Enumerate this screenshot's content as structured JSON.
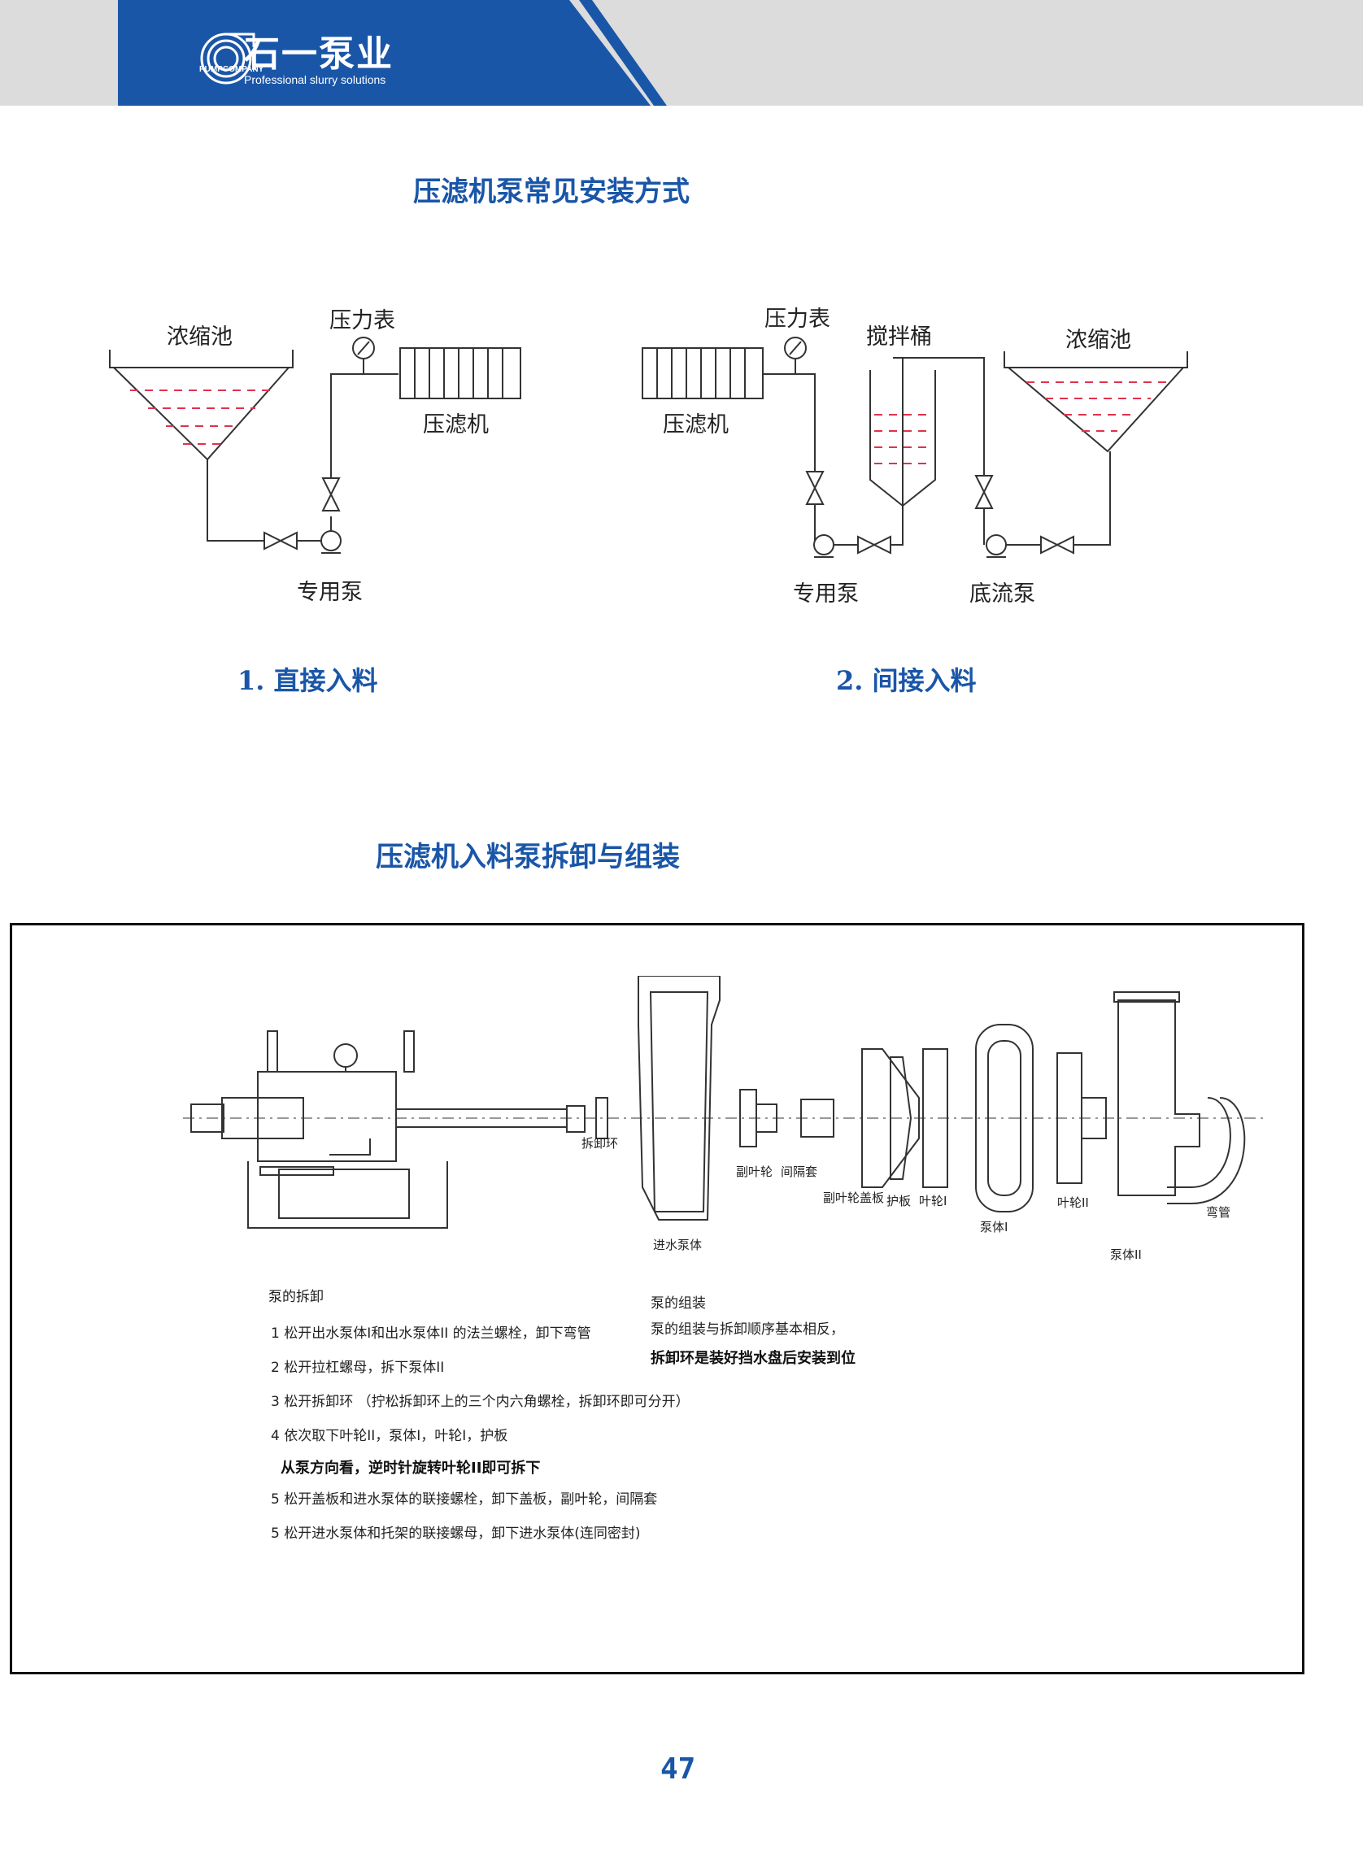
{
  "header": {
    "brand_cn": "石一泵业",
    "brand_en": "Professional slurry solutions",
    "logo_text": "PUMPCOMPANY"
  },
  "section1": {
    "title": "压滤机泵常见安装方式",
    "diagram1": {
      "tank": "浓缩池",
      "gauge": "压力表",
      "press": "压滤机",
      "pump": "专用泵",
      "caption": "1. 直接入料"
    },
    "diagram2": {
      "gauge": "压力表",
      "agitator": "搅拌桶",
      "tank": "浓缩池",
      "press": "压滤机",
      "pump": "专用泵",
      "underflow_pump": "底流泵",
      "caption": "2. 间接入料"
    }
  },
  "section2": {
    "title": "压滤机入料泵拆卸与组装",
    "parts": {
      "remove_ring": "拆卸环",
      "inlet_body": "进水泵体",
      "aux_impeller": "副叶轮",
      "spacer": "间隔套",
      "aux_cover": "副叶轮盖板",
      "guard": "护板",
      "impeller1": "叶轮I",
      "body1": "泵体I",
      "impeller2": "叶轮II",
      "body2": "泵体II",
      "elbow": "弯管"
    },
    "disassembly_title": "泵的拆卸",
    "disassembly_steps": [
      "1 松开出水泵体I和出水泵体II 的法兰螺栓，卸下弯管",
      "2 松开拉杠螺母，拆下泵体II",
      "3 松开拆卸环 （拧松拆卸环上的三个内六角螺栓，拆卸环即可分开）",
      "4 依次取下叶轮II，泵体I，叶轮I，护板",
      "从泵方向看，逆时针旋转叶轮II即可拆下",
      "5 松开盖板和进水泵体的联接螺栓，卸下盖板，副叶轮，间隔套",
      "5 松开进水泵体和托架的联接螺母，卸下进水泵体(连同密封)"
    ],
    "assembly_title": "泵的组装",
    "assembly_text": "泵的组装与拆卸顺序基本相反，",
    "assembly_note": "拆卸环是装好挡水盘后安装到位"
  },
  "page_number": "47",
  "colors": {
    "brand_blue": "#1a56a8",
    "header_gray": "#dcdcdc",
    "liquid_red": "#e0324b"
  }
}
